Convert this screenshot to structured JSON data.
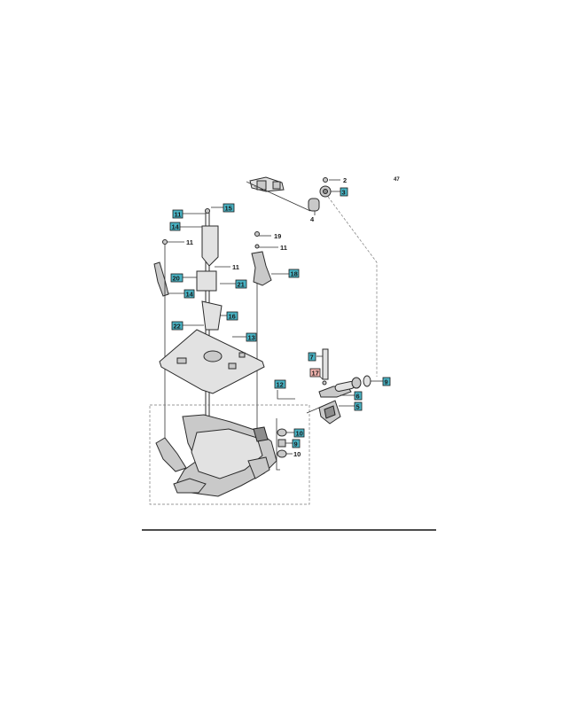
{
  "labels": {
    "l2": "2",
    "l3": "3",
    "l4": "4",
    "l47": "47",
    "l11a": "11",
    "l15": "15",
    "l14a": "14",
    "l11b": "11",
    "l19": "19",
    "l11c": "11",
    "l11d": "11",
    "l18": "18",
    "l20": "20",
    "l21": "21",
    "l14b": "14",
    "l22": "22",
    "l16": "16",
    "l13": "13",
    "l7": "7",
    "l17": "17",
    "l9a": "9",
    "l6": "6",
    "l5": "5",
    "l12": "12",
    "l10a": "10",
    "l9b": "9",
    "l10b": "10"
  },
  "colors": {
    "teal_label": "#49b3c4",
    "red_label": "#f3b4ae",
    "rule": "#111111"
  }
}
